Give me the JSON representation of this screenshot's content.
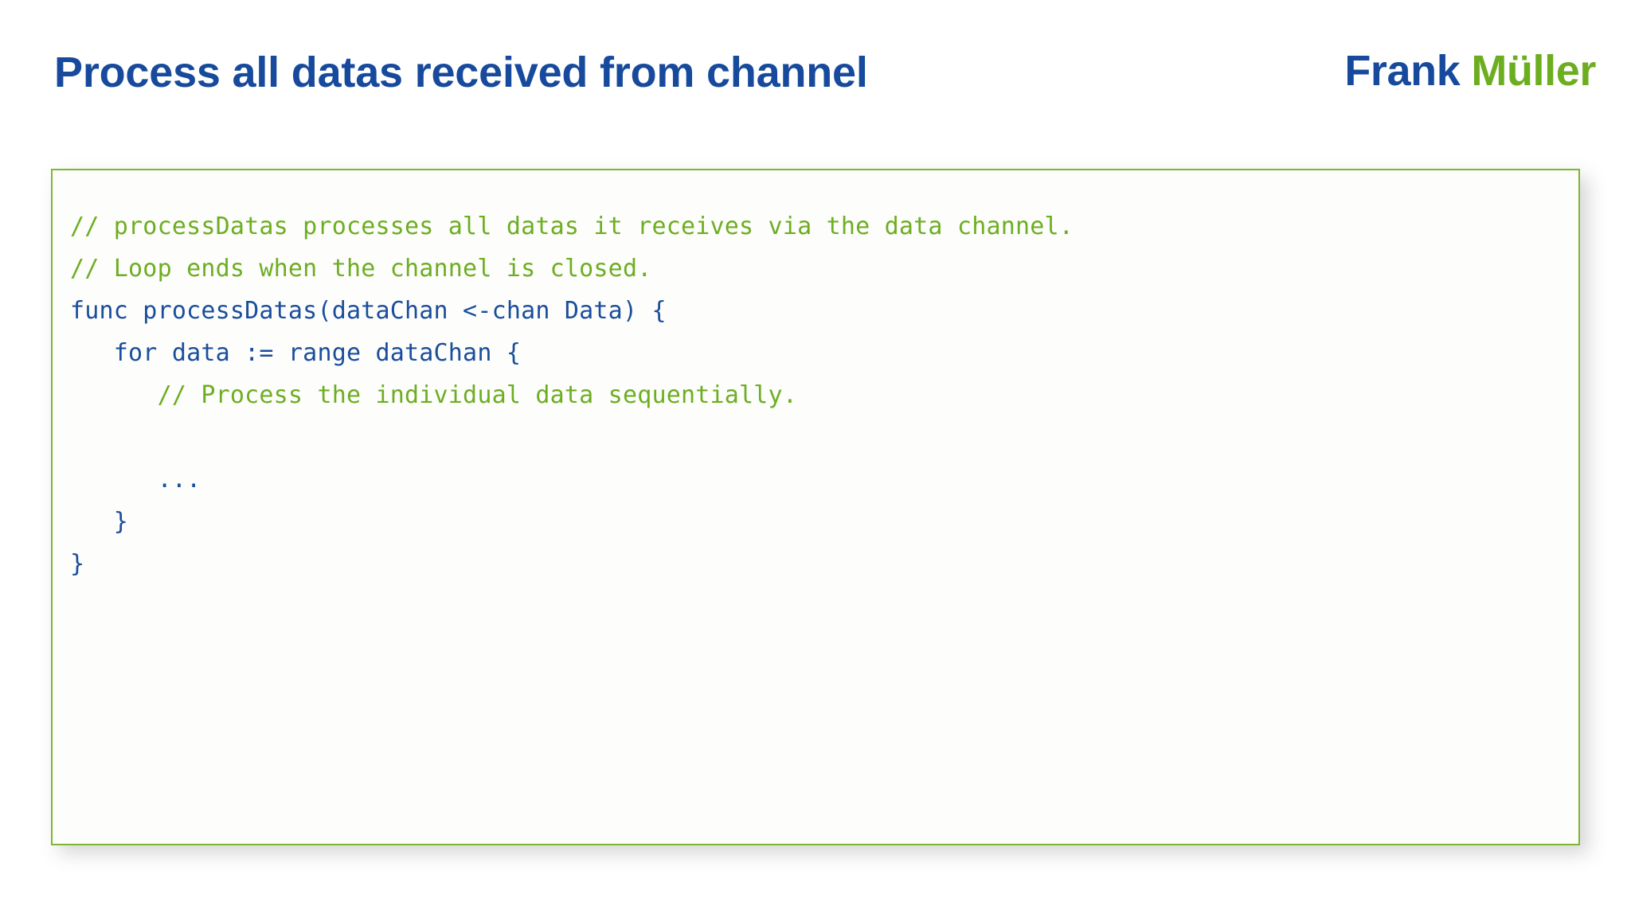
{
  "slide": {
    "title": "Process all datas received from channel",
    "brand": {
      "first_name": "Frank",
      "last_name": "Müller"
    },
    "colors": {
      "title_blue": "#174A9C",
      "brand_green": "#6DAE21",
      "code_blue": "#1A4E9B",
      "comment_green": "#6DAE21",
      "card_border": "#7DB72F",
      "card_background": "#FDFDFC",
      "page_background": "#FFFFFF"
    },
    "code": {
      "language": "go",
      "lines": [
        {
          "text": "// processDatas processes all datas it receives via the data channel.",
          "kind": "comment"
        },
        {
          "text": "// Loop ends when the channel is closed.",
          "kind": "comment"
        },
        {
          "text": "func processDatas(dataChan <-chan Data) {",
          "kind": "code"
        },
        {
          "text": "   for data := range dataChan {",
          "kind": "code"
        },
        {
          "text": "      // Process the individual data sequentially.",
          "kind": "comment"
        },
        {
          "text": "",
          "kind": "blank"
        },
        {
          "text": "      ...",
          "kind": "code"
        },
        {
          "text": "   }",
          "kind": "code"
        },
        {
          "text": "}",
          "kind": "code"
        },
        {
          "text": "",
          "kind": "blank"
        },
        {
          "text": "",
          "kind": "blank"
        },
        {
          "text": "",
          "kind": "blank"
        },
        {
          "text": "",
          "kind": "blank"
        },
        {
          "text": "",
          "kind": "blank"
        },
        {
          "text": "",
          "kind": "blank"
        }
      ]
    }
  }
}
